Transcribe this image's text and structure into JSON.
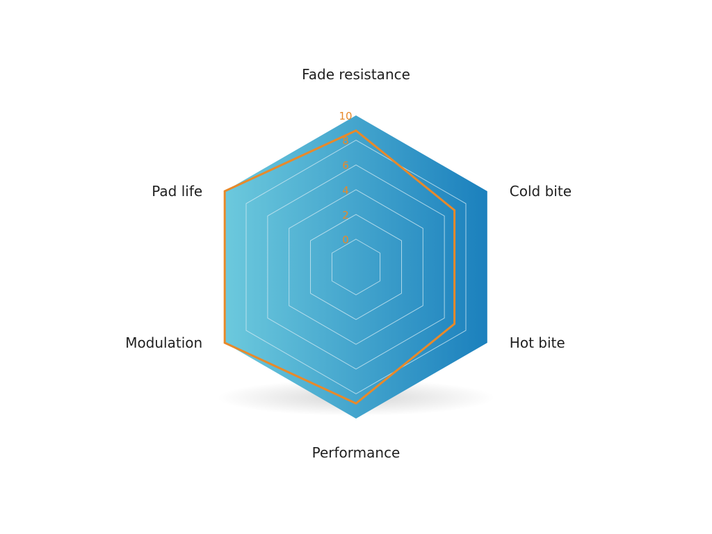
{
  "chart_data": {
    "type": "radar",
    "axes": [
      "Fade resistance",
      "Cold bite",
      "Hot bite",
      "Performance",
      "Modulation",
      "Pad life"
    ],
    "series": [
      {
        "values": [
          9,
          7.5,
          7.5,
          9,
          10,
          10
        ]
      }
    ],
    "range": [
      0,
      10
    ],
    "ticks": [
      "0",
      "2",
      "4",
      "6",
      "8",
      "10"
    ],
    "grid": true,
    "legend": "none",
    "colors": {
      "fill_light": "#6cc9dd",
      "fill_dark": "#1b80bd",
      "series_line": "#e8892a",
      "tick_label": "#e8892a",
      "grid_line": "#cde7f1",
      "axis_label": "#1f1f1f"
    }
  }
}
